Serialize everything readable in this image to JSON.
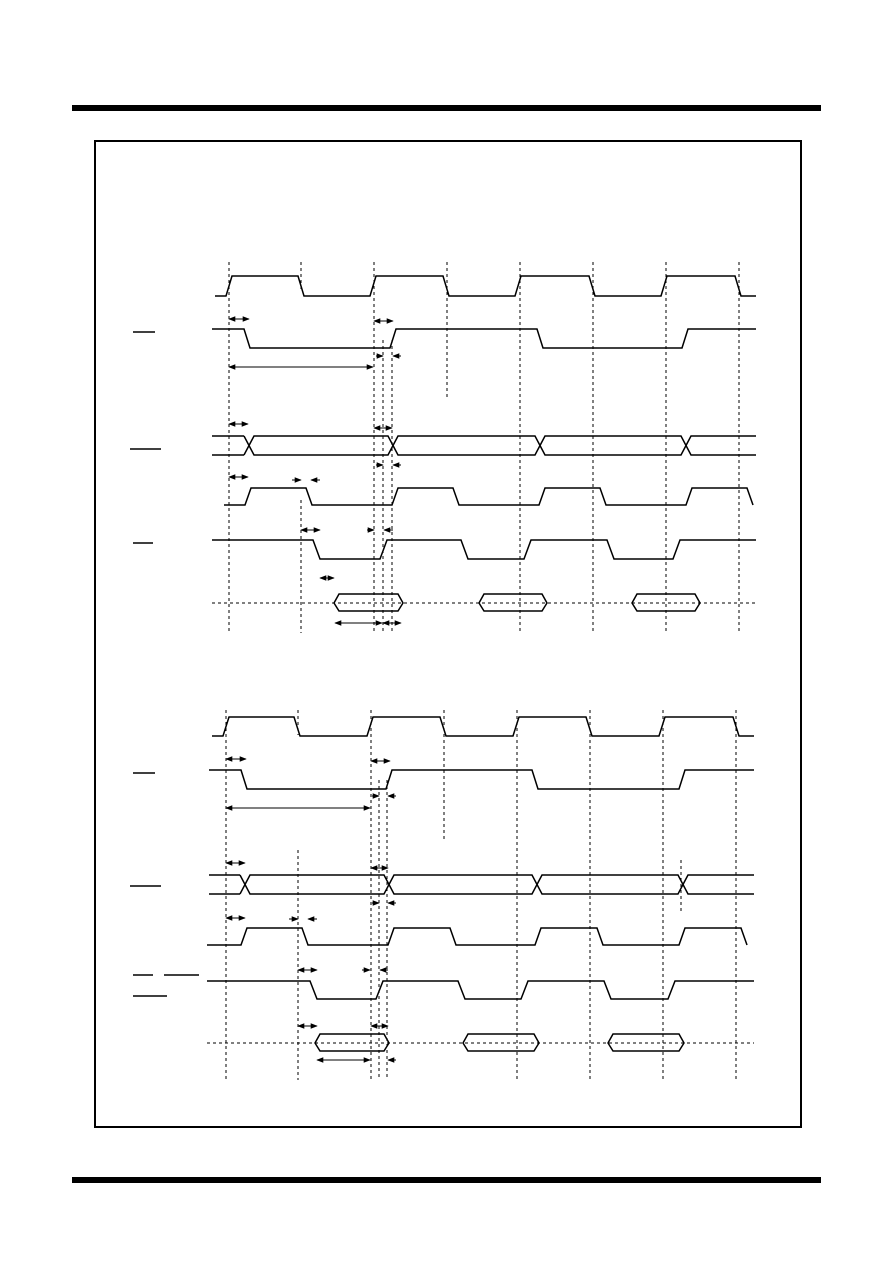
{
  "diagram": {
    "type": "timing-diagram",
    "description_visible_text": [],
    "panels": [
      {
        "signals": [
          {
            "kind": "clock",
            "overline_label": false
          },
          {
            "kind": "strobe",
            "overline_label": true
          },
          {
            "kind": "bus",
            "overline_label": true
          },
          {
            "kind": "pulse",
            "overline_label": false
          },
          {
            "kind": "strobe-low",
            "overline_label": true
          },
          {
            "kind": "data",
            "overline_label": false
          }
        ]
      },
      {
        "signals": [
          {
            "kind": "clock",
            "overline_label": false
          },
          {
            "kind": "strobe",
            "overline_label": true
          },
          {
            "kind": "bus",
            "overline_label": true
          },
          {
            "kind": "pulse",
            "overline_label": false
          },
          {
            "kind": "strobe-low",
            "overline_label": true
          },
          {
            "kind": "data",
            "overline_label": false
          }
        ]
      }
    ],
    "colors": {
      "ink": "#000000",
      "background": "#ffffff"
    }
  }
}
